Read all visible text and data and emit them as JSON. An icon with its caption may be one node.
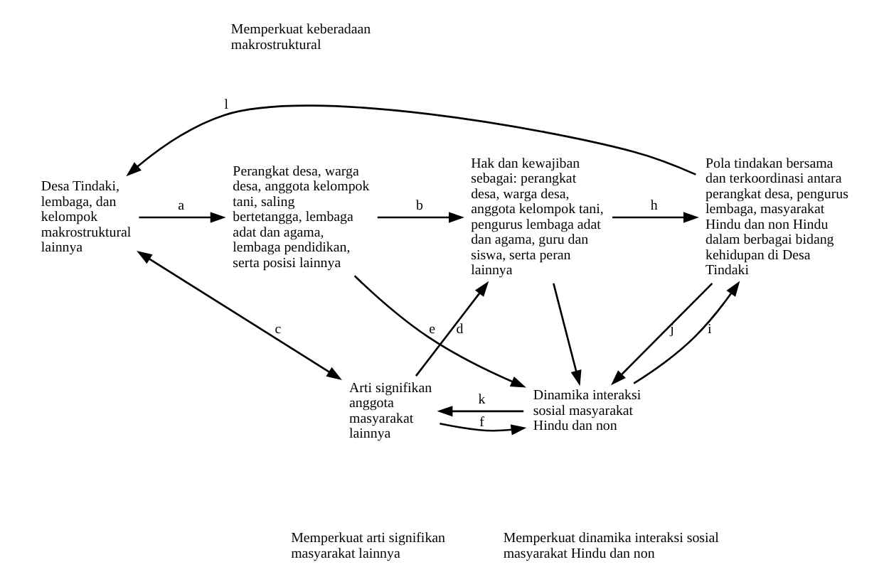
{
  "diagram": {
    "nodes": [
      {
        "text": [
          "Desa Tindaki, lembaga, dan kelompok makrostruktural lainnya"
        ]
      },
      {
        "text": [
          "Perangkat desa, warga desa, anggota kelompok tani, saling bertetangga, lembaga adat dan agama, lembaga pendidikan, serta posisi lainnya"
        ]
      },
      {
        "text": [
          "Hak dan kewajiban sebagai: perangkat desa, warga desa, anggota kelompok tani, pengurus lembaga adat dan agama, guru dan siswa, serta peran lainnya"
        ]
      },
      {
        "text": [
          "Pola tindakan bersama dan terkoordinasi antara perangkat desa, pengurus lembaga, masyarakat Hindu dan non Hindu dalam berbagai bidang kehidupan di Desa Tindaki"
        ]
      },
      {
        "text": [
          "Arti signifikan anggota masyarakat lainnya"
        ]
      },
      {
        "text": [
          "Dinamika interaksi sosial masyarakat Hindu dan non"
        ]
      }
    ],
    "edges": [
      {
        "from": 3,
        "to": 0,
        "arrow": "to",
        "label": "l"
      },
      {
        "from": 0,
        "to": 1,
        "arrow": "to",
        "label": "a"
      },
      {
        "from": 1,
        "to": 2,
        "arrow": "to",
        "label": "b"
      },
      {
        "from": 2,
        "to": 3,
        "arrow": "to",
        "label": "h"
      },
      {
        "from": 0,
        "to": 4,
        "arrow": "both",
        "label": "c"
      },
      {
        "from": 4,
        "to": 2,
        "arrow": "to",
        "label": "d"
      },
      {
        "from": 1,
        "to": 5,
        "arrow": "to",
        "label": "e"
      },
      {
        "from": 5,
        "to": 3,
        "arrow": "to",
        "label": "i"
      },
      {
        "from": 2,
        "to": 5,
        "arrow": "to"
      },
      {
        "from": 4,
        "to": 5,
        "arrow": "to",
        "label": "f"
      },
      {
        "from": 5,
        "to": 4,
        "arrow": "to",
        "label": "k"
      },
      {
        "from": 3,
        "to": 5,
        "arrow": "to",
        "label": "j"
      }
    ],
    "labels": [
      "Memperkuat keberadaan makrostruktural",
      "Memperkuat arti signifikan masyarakat lainnya",
      "Memperkuat dinamika interaksi sosial masyarakat Hindu dan non"
    ]
  }
}
